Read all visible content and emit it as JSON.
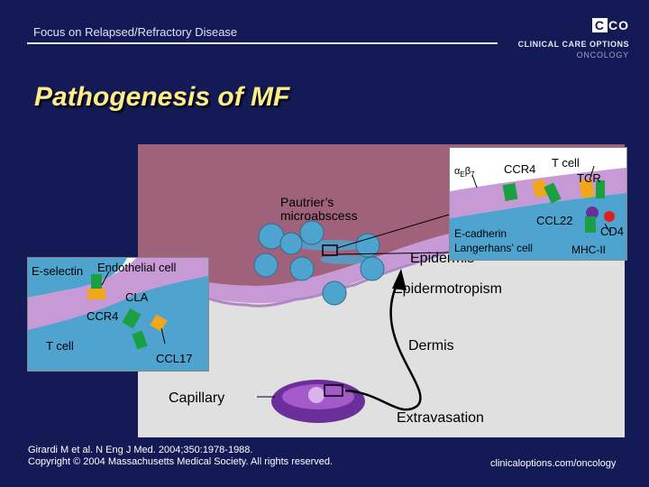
{
  "header": {
    "subtitle": "Focus on Relapsed/Refractory Disease",
    "logo": {
      "letters": [
        "C",
        "C",
        "O"
      ],
      "line1": "CLINICAL CARE OPTIONS",
      "line2": "ONCOLOGY"
    }
  },
  "title": "Pathogenesis of MF",
  "figure": {
    "labels": {
      "pautrier": "Pautrier’s microabscess",
      "epidermis": "Epidermis",
      "epidermotropism": "Epidermotropism",
      "dermis": "Dermis",
      "capillary": "Capillary",
      "extravasation": "Extravasation"
    },
    "inset_top": {
      "integrin_alpha": "α",
      "integrin_sub_e": "E",
      "integrin_beta": "β",
      "integrin_sub_7": "7",
      "ccr4": "CCR4",
      "tcell": "T cell",
      "tcr": "TCR",
      "ccl22": "CCL22",
      "cd4": "CD4",
      "ecadherin": "E-cadherin",
      "langerhans": "Langerhans’ cell",
      "mhc2": "MHC-II"
    },
    "inset_left": {
      "eselectin": "E-selectin",
      "endothelial": "Endothelial cell",
      "cla": "CLA",
      "ccr4": "CCR4",
      "tcell": "T cell",
      "ccl17": "CCL17"
    },
    "colors": {
      "epidermis": "#a0627a",
      "dermis": "#e0e0e0",
      "basal_layer": "#c79ad6",
      "cell_blue": "#4ea3cf",
      "vessel": "#6a2f9a",
      "receptor_green": "#1aa043",
      "ligand_orange": "#f2a61a",
      "inset_bg": "#ffffff"
    }
  },
  "footer": {
    "citation_line1": "Girardi M et al. N Eng J Med. 2004;350:1978-1988.",
    "citation_line2": "Copyright © 2004 Massachusetts Medical Society. All rights reserved.",
    "url": "clinicaloptions.com/oncology"
  }
}
